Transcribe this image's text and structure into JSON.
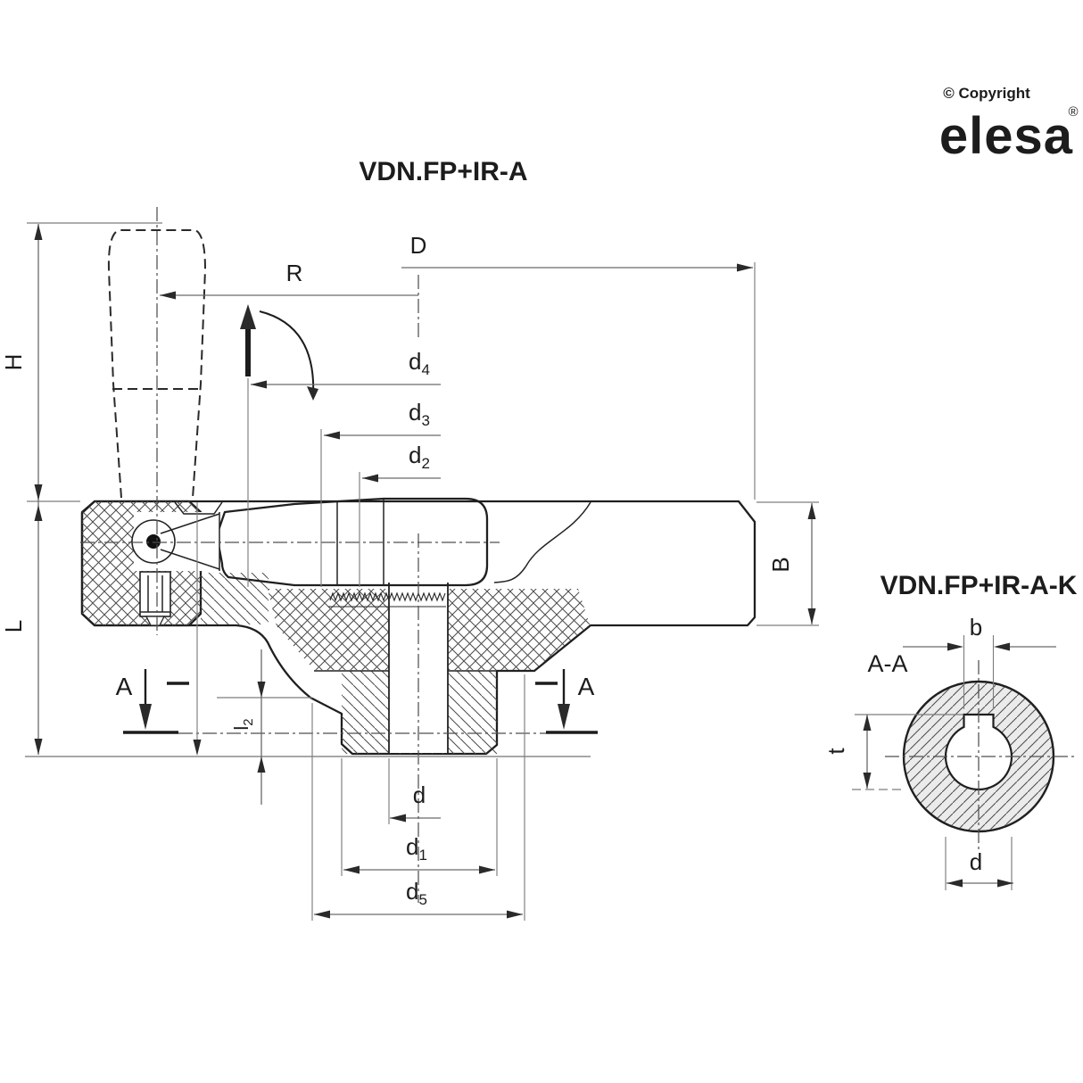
{
  "logo": {
    "copyright": "© Copyright",
    "brand": "elesa",
    "registered": "®",
    "color": "#c7cad1"
  },
  "main_view": {
    "title": "VDN.FP+IR-A",
    "dimensions": {
      "H": "H",
      "L": "L",
      "R": "R",
      "D": "D",
      "B": "B",
      "d4": {
        "base": "d",
        "sub": "4"
      },
      "d3": {
        "base": "d",
        "sub": "3"
      },
      "d2": {
        "base": "d",
        "sub": "2"
      },
      "d": "d",
      "d1": {
        "base": "d",
        "sub": "1"
      },
      "d5": {
        "base": "d",
        "sub": "5"
      },
      "l2": {
        "base": "l",
        "sub": "2"
      }
    },
    "section_markers": {
      "left": "A",
      "right": "A"
    }
  },
  "section_view": {
    "title": "VDN.FP+IR-A-K",
    "label": "A-A",
    "dimensions": {
      "b": "b",
      "t": "t",
      "d": "d"
    }
  },
  "colors": {
    "part_fill": "#ebebeb",
    "outline": "#1f1f1f",
    "dimension_line": "#6a6a6a",
    "logo_gray": "#c7cad1"
  }
}
